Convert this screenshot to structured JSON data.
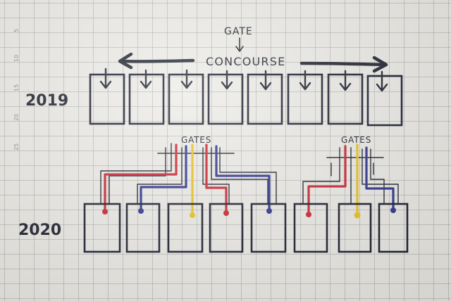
{
  "labels": {
    "gate": "GATE",
    "concourse": "CONCOURSE",
    "year_2019": "2019",
    "year_2020": "2020",
    "gates_left": "GATES",
    "gates_right": "GATES"
  },
  "ruler_ticks": [
    "5",
    "10",
    "15",
    "20",
    "25"
  ],
  "colors": {
    "ink": "#1a1d2a",
    "red": "#c8202c",
    "blue": "#2a2f8c",
    "yellow": "#e8c31a"
  }
}
